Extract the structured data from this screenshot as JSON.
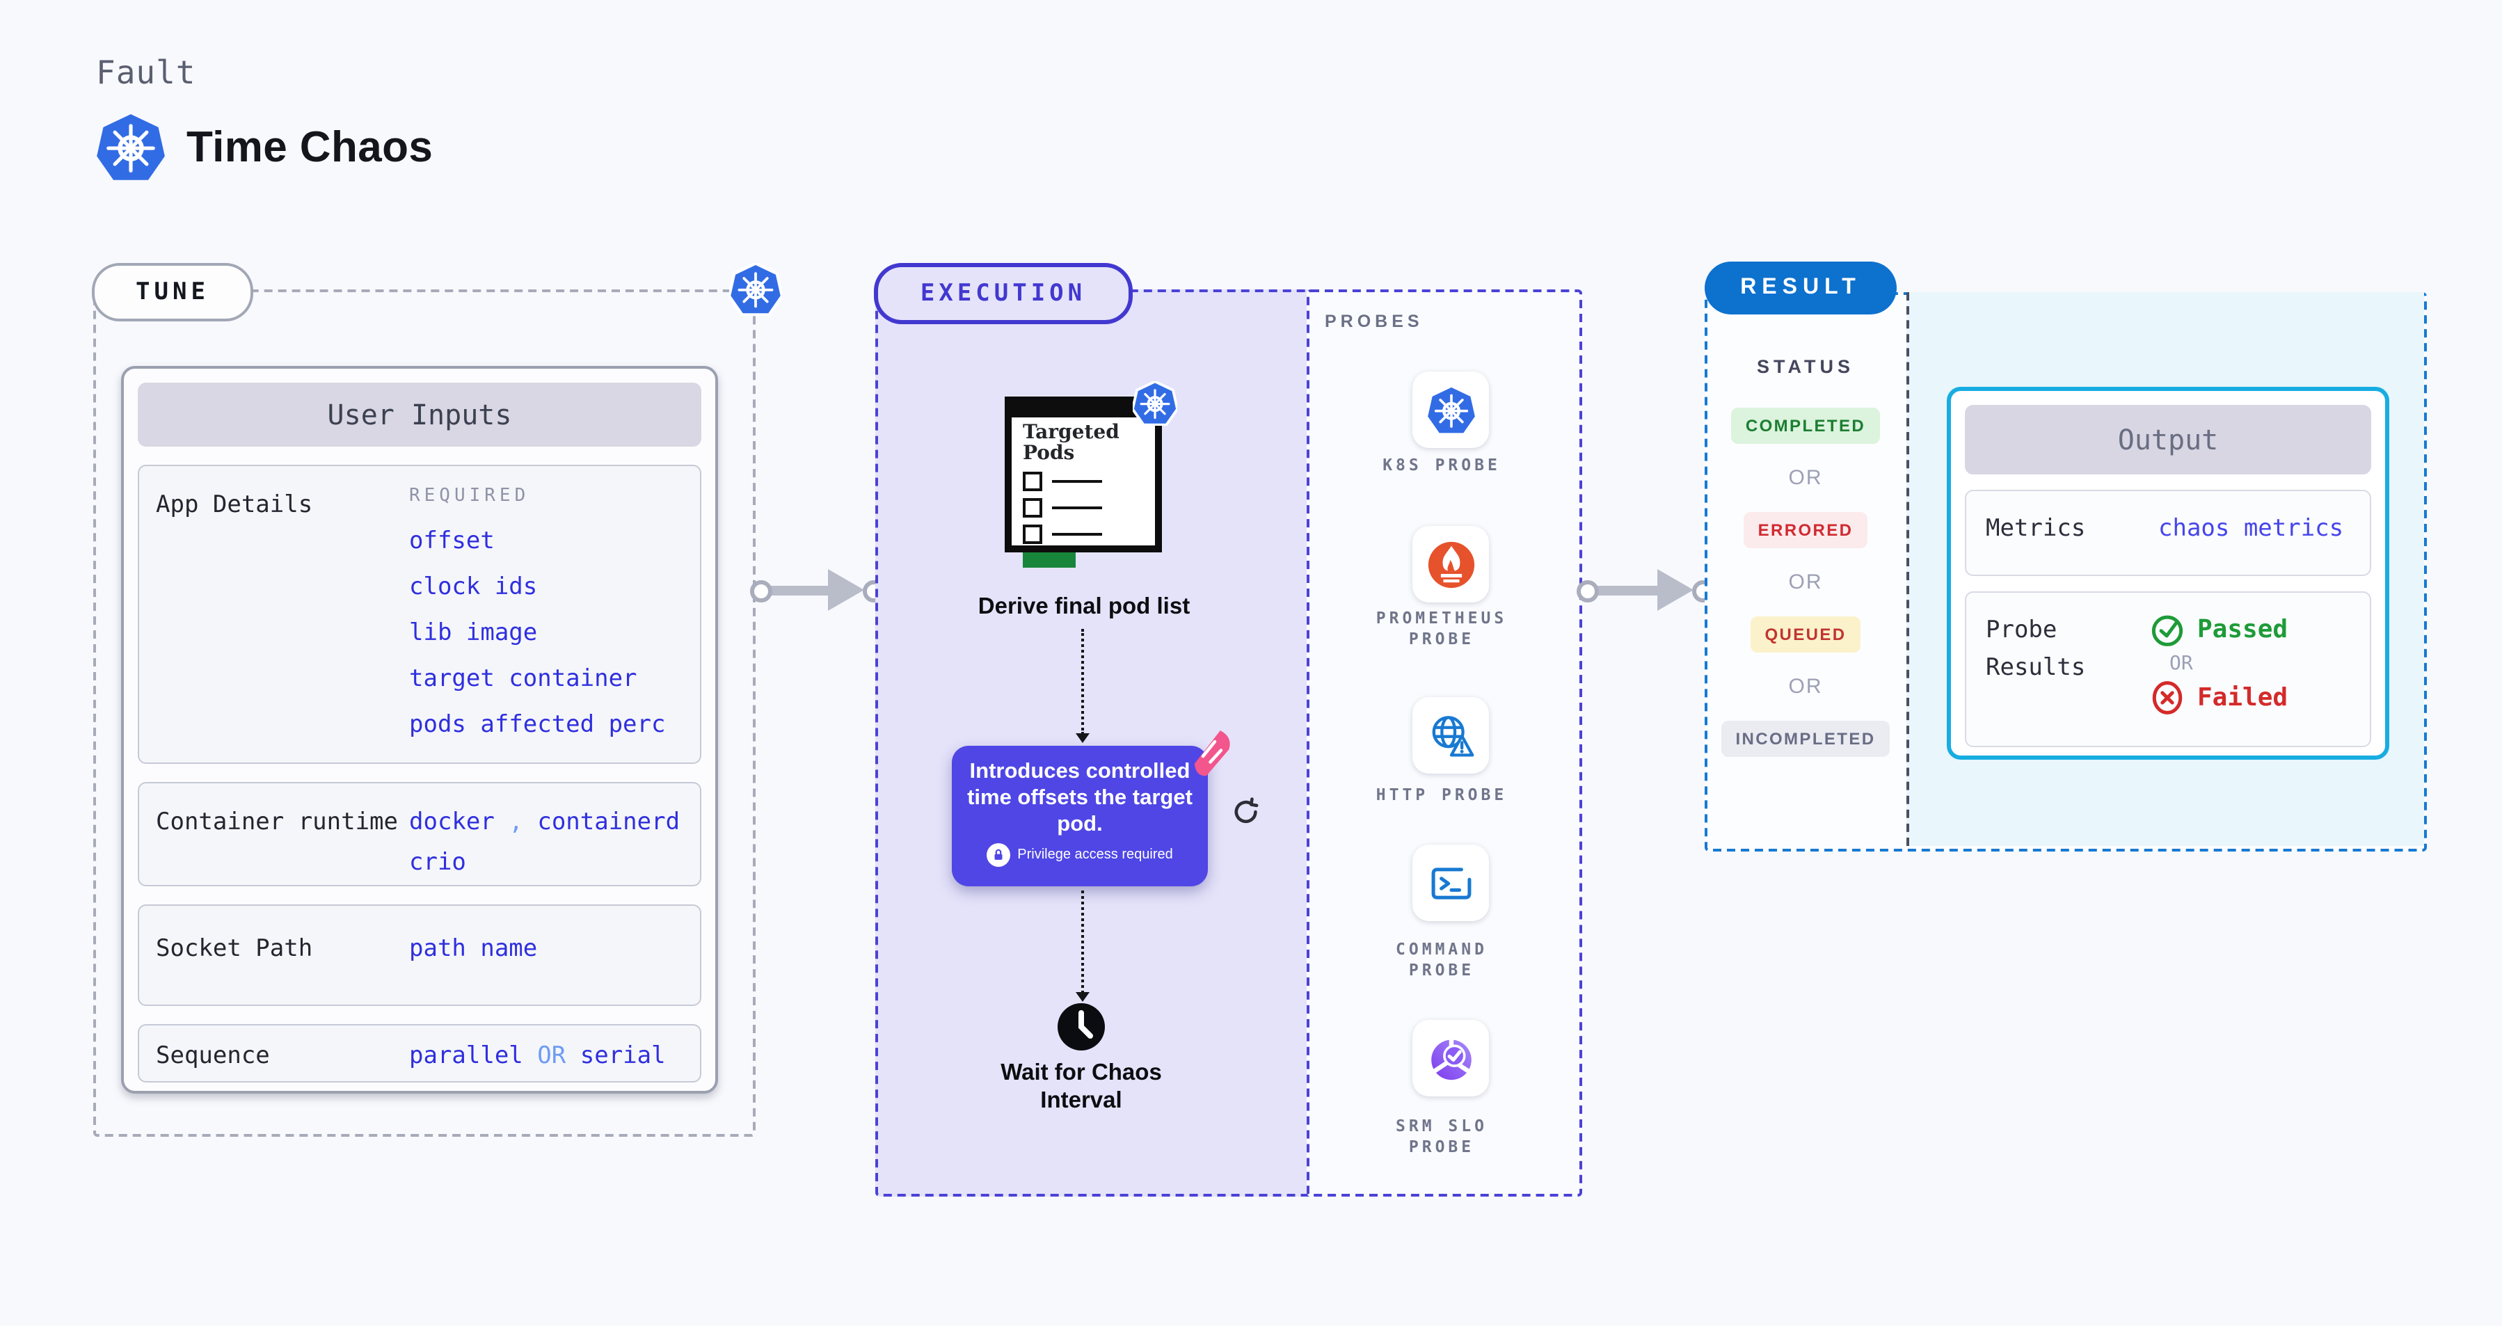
{
  "page": {
    "eyebrow": "Fault",
    "title": "Time Chaos"
  },
  "tune": {
    "badge": "TUNE",
    "user_inputs": {
      "header": "User Inputs",
      "app_details": {
        "label": "App Details",
        "required_tag": "REQUIRED",
        "values": [
          "offset",
          "clock ids",
          "lib image",
          "target container",
          "pods affected perc"
        ]
      },
      "container_runtime": {
        "label": "Container runtime",
        "value_1": "docker",
        "comma": ",",
        "value_2": "containerd",
        "value_3": "crio"
      },
      "socket_path": {
        "label": "Socket Path",
        "value": "path name"
      },
      "sequence": {
        "label": "Sequence",
        "value_1": "parallel",
        "or": "OR",
        "value_2": "serial"
      }
    }
  },
  "execution": {
    "badge": "EXECUTION",
    "targeted_pods_title": "Targeted Pods",
    "derive_caption": "Derive final pod list",
    "tooltip": {
      "text": "Introduces controlled time offsets the target pod.",
      "note": "Privilege access required"
    },
    "wait_caption": "Wait for Chaos Interval"
  },
  "probes": {
    "label": "PROBES",
    "items": [
      {
        "label": "K8S PROBE",
        "icon": "kubernetes-icon"
      },
      {
        "label": "PROMETHEUS PROBE",
        "icon": "prometheus-icon"
      },
      {
        "label": "HTTP PROBE",
        "icon": "http-globe-warning-icon"
      },
      {
        "label": "COMMAND PROBE",
        "icon": "terminal-icon"
      },
      {
        "label": "SRM SLO PROBE",
        "icon": "slo-donut-check-icon"
      }
    ]
  },
  "result": {
    "badge": "RESULT",
    "status_label": "STATUS",
    "or": "OR",
    "statuses": [
      {
        "label": "COMPLETED",
        "bg": "#DCF3DE",
        "color": "#1B7E31"
      },
      {
        "label": "ERRORED",
        "bg": "#FCEBEC",
        "color": "#D02B31"
      },
      {
        "label": "QUEUED",
        "bg": "#FBF2CC",
        "color": "#C23530"
      },
      {
        "label": "INCOMPLETED",
        "bg": "#EBECF2",
        "color": "#696D85"
      }
    ],
    "output": {
      "header": "Output",
      "metrics_label": "Metrics",
      "metrics_value": "chaos metrics",
      "probe_results_label": "Probe Results",
      "passed": "Passed",
      "or": "OR",
      "failed": "Failed"
    }
  },
  "colors": {
    "page_bg": "#F8F9FD",
    "kubernetes_blue": "#326CE5",
    "indigo_accent": "#4B42D6",
    "execution_fill": "#E5E3FA",
    "tooltip_bg": "#4F46E5",
    "result_blue": "#0D71CE",
    "result_dash_blue": "#1779D2",
    "output_border": "#18ADE2",
    "output_region_bg": "#E9F6FC",
    "value_blue": "#2F2FDE",
    "muted_blue": "#6D9BF5",
    "passed_green": "#1E9B38",
    "failed_red": "#D42A2A",
    "prometheus_orange": "#E6522C",
    "targeted_green": "#17863B",
    "arrow_gray": "#B9BCC9",
    "highlight_pink": "#F2568C"
  }
}
